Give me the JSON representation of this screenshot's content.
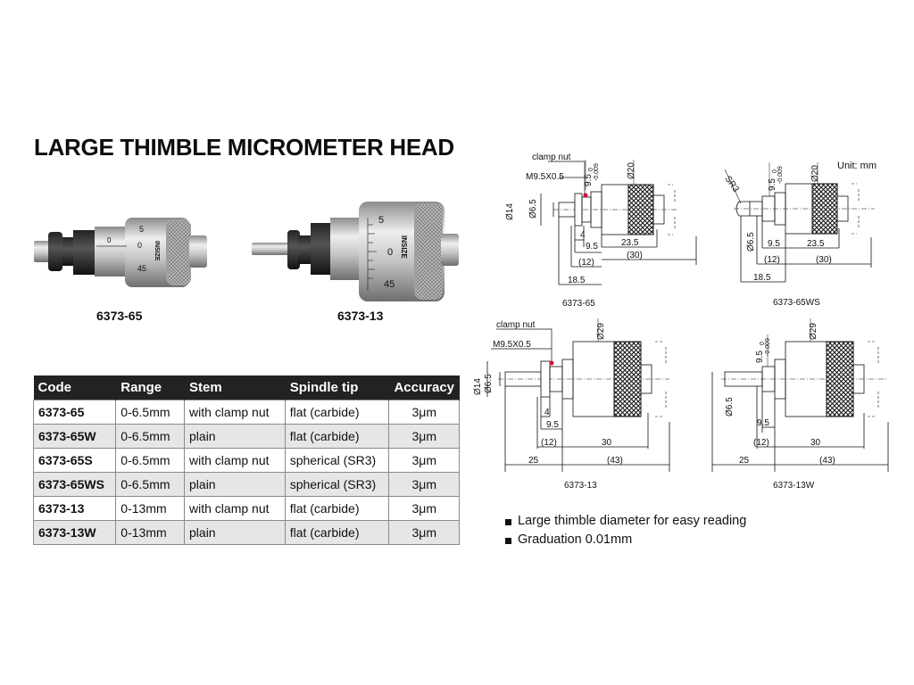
{
  "title": "LARGE THIMBLE MICROMETER HEAD",
  "unit_label": "Unit: mm",
  "photos": [
    {
      "caption": "6373-65",
      "brand": "INSIZE",
      "scale": [
        "0",
        "5",
        "0",
        "45"
      ]
    },
    {
      "caption": "6373-13",
      "brand": "INSIZE",
      "scale": [
        "5",
        "0",
        "45"
      ]
    }
  ],
  "table": {
    "headers": [
      "Code",
      "Range",
      "Stem",
      "Spindle tip",
      "Accuracy"
    ],
    "rows": [
      [
        "6373-65",
        "0-6.5mm",
        "with clamp nut",
        "flat (carbide)",
        "3μm"
      ],
      [
        "6373-65W",
        "0-6.5mm",
        "plain",
        "flat (carbide)",
        "3μm"
      ],
      [
        "6373-65S",
        "0-6.5mm",
        "with clamp nut",
        "spherical (SR3)",
        "3μm"
      ],
      [
        "6373-65WS",
        "0-6.5mm",
        "plain",
        "spherical (SR3)",
        "3μm"
      ],
      [
        "6373-13",
        "0-13mm",
        "with clamp nut",
        "flat (carbide)",
        "3μm"
      ],
      [
        "6373-13W",
        "0-13mm",
        "plain",
        "flat (carbide)",
        "3μm"
      ]
    ]
  },
  "features": [
    "Large thimble diameter for easy reading",
    "Graduation 0.01mm"
  ],
  "drawings": {
    "d1": {
      "caption": "6373-65",
      "clamp": "clamp nut",
      "thread": "M9.5X0.5",
      "tol": "0",
      "tol2": "-0.009",
      "dia_stem": "9.5",
      "dia_thimble": "Ø20",
      "dia_nut": "Ø14",
      "dia_spindle": "Ø6.5",
      "d4": "4",
      "d95": "9.5",
      "d12": "(12)",
      "d185": "18.5",
      "d235": "23.5",
      "d30": "(30)"
    },
    "d2": {
      "caption": "6373-65WS",
      "sr": "SR3",
      "tol": "0",
      "tol2": "-0.009",
      "dia_stem": "9.5",
      "dia_thimble": "Ø20",
      "dia_spindle": "Ø6.5",
      "d95": "9.5",
      "d12": "(12)",
      "d185": "18.5",
      "d235": "23.5",
      "d30": "(30)"
    },
    "d3": {
      "caption": "6373-13",
      "clamp": "clamp nut",
      "thread": "M9.5X0.5",
      "dia_thimble": "Ø29",
      "dia_nut": "Ø14",
      "dia_spindle": "Ø6.5",
      "d4": "4",
      "d95": "9.5",
      "d12": "(12)",
      "d25": "25",
      "d30": "30",
      "d43": "(43)"
    },
    "d4": {
      "caption": "6373-13W",
      "tol": "0",
      "tol2": "-0.009",
      "dia_stem": "9.5",
      "dia_thimble": "Ø29",
      "dia_spindle": "Ø6.5",
      "d95": "9.5",
      "d12": "(12)",
      "d25": "25",
      "d30": "30",
      "d43": "(43)"
    }
  }
}
